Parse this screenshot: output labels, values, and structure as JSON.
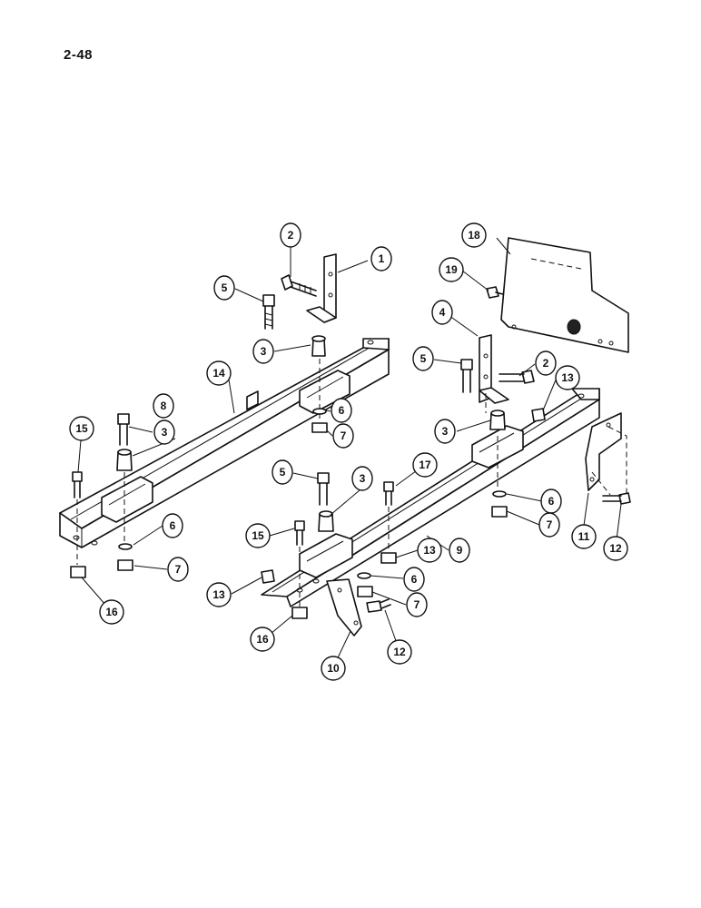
{
  "page": {
    "number": "2-48"
  },
  "callouts": [
    "1",
    "2",
    "3",
    "4",
    "5",
    "6",
    "7",
    "8",
    "9",
    "10",
    "11",
    "12",
    "13",
    "14",
    "15",
    "16",
    "17",
    "18",
    "19"
  ]
}
